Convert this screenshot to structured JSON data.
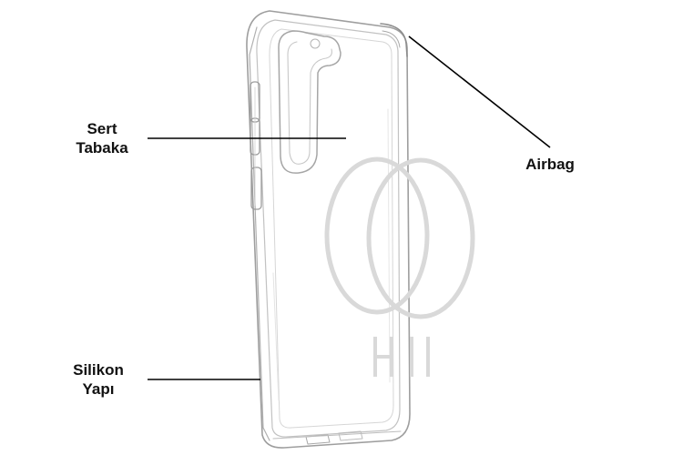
{
  "diagram": {
    "labels": {
      "hard_layer": {
        "line1": "Sert",
        "line2": "Tabaka"
      },
      "silicone": {
        "line1": "Silikon",
        "line2": "Yapı"
      },
      "airbag": {
        "text": "Airbag"
      }
    },
    "colors": {
      "outline": "#b8b8b8",
      "outline_dark": "#8c8c8c",
      "ring": "#d9d9d9",
      "leader": "#000000",
      "text": "#111111"
    }
  }
}
